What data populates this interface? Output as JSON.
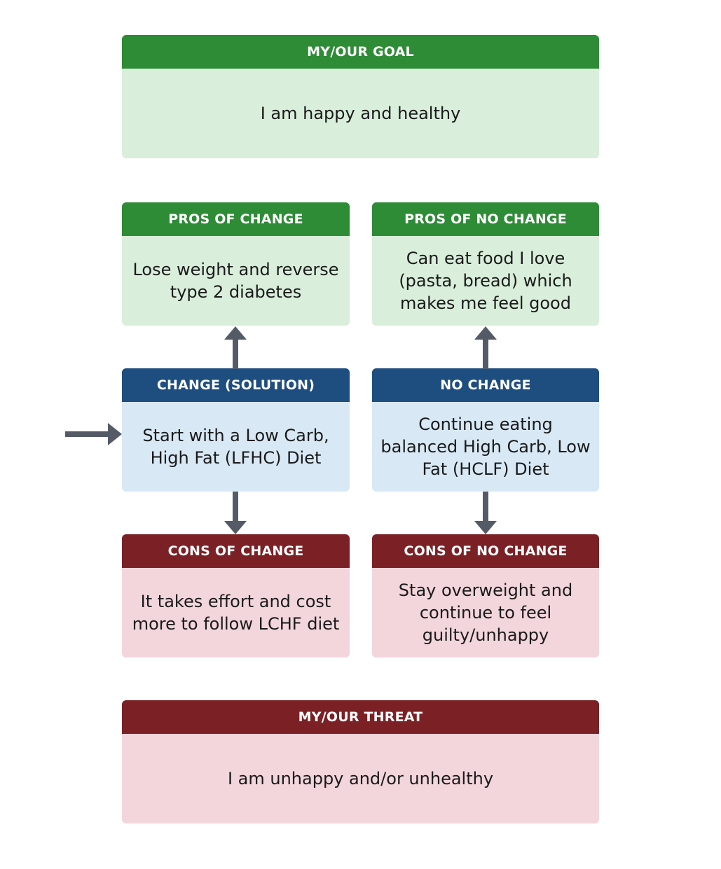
{
  "goal": {
    "title": "MY/OUR GOAL",
    "text": "I am happy and healthy"
  },
  "pros_change": {
    "title": "PROS OF CHANGE",
    "text": "Lose weight and reverse type 2 diabetes"
  },
  "pros_no_change": {
    "title": "PROS OF NO CHANGE",
    "text": "Can eat food I love (pasta, bread) which makes me feel good"
  },
  "change": {
    "title": "CHANGE (SOLUTION)",
    "text": "Start with a Low Carb, High Fat (LFHC) Diet"
  },
  "no_change": {
    "title": "NO CHANGE",
    "text": "Continue eating balanced High Carb, Low Fat (HCLF) Diet"
  },
  "cons_change": {
    "title": "CONS OF CHANGE",
    "text": "It takes effort and cost more to follow LCHF diet"
  },
  "cons_no_change": {
    "title": "CONS OF NO CHANGE",
    "text": "Stay overweight and continue to feel guilty/unhappy"
  },
  "threat": {
    "title": "MY/OUR THREAT",
    "text": "I am unhappy and/or unhealthy"
  },
  "colors": {
    "green_header": "#2e8b36",
    "green_body": "#d9eedb",
    "blue_header": "#1e4d7f",
    "blue_body": "#d8e8f5",
    "red_header": "#7b2125",
    "red_body": "#f2d6db",
    "arrow": "#555b66"
  }
}
